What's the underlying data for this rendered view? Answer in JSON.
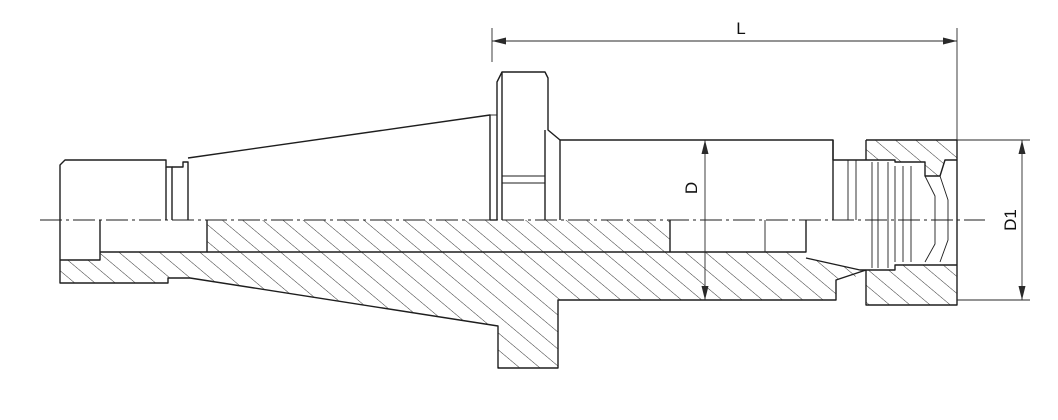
{
  "drawing": {
    "dimension_labels": {
      "length": "L",
      "bore_diameter": "D",
      "nut_diameter": "D1"
    },
    "colors": {
      "line": "#1e1e1e",
      "background": "#ffffff"
    }
  }
}
